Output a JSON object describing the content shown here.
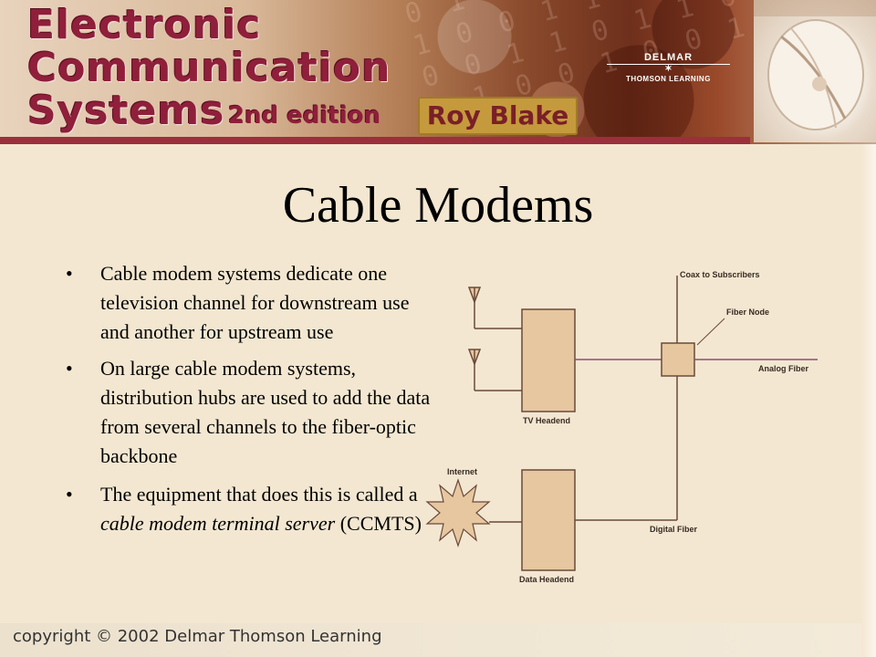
{
  "banner": {
    "title_lines": [
      "Electronic",
      "Communication",
      "Systems"
    ],
    "edition": "2nd edition",
    "author": "Roy Blake",
    "publisher_top": "DELMAR",
    "publisher_star": "✶",
    "publisher_bottom": "THOMSON LEARNING",
    "digits": "0 1 1 0 0 1 0 1\n1 0 0 1 1 0 1 0\n0 0 1 1 0 1 1 0\n1 1 0 0 1 0 0 1"
  },
  "slide": {
    "title": "Cable Modems",
    "bullet_glyph": "•",
    "bullets": {
      "b1": "Cable modem systems dedicate one television channel for downstream use and another for upstream use",
      "b2": "On large cable modem systems, distribution hubs are used to add the data from several channels to the fiber-optic backbone",
      "b3_before": "The equipment that does this is called a ",
      "b3_italic": "cable modem terminal server",
      "b3_after": " (CCMTS)"
    }
  },
  "diagram": {
    "labels": {
      "coax": "Coax to Subscribers",
      "fiber_node": "Fiber Node",
      "analog_fiber": "Analog Fiber",
      "tv_headend": "TV Headend",
      "internet": "Internet",
      "digital_fiber": "Digital Fiber",
      "data_headend": "Data Headend"
    },
    "icons": [
      "antenna-icon",
      "antenna-icon",
      "internet-starburst-icon"
    ],
    "colors": {
      "box_fill": "#e6c7a0",
      "line": "#6b4a3a",
      "accent_line": "#8a5070"
    }
  },
  "footer": {
    "copyright": "copyright © 2002 Delmar Thomson Learning"
  },
  "colors": {
    "background": "#f3e7d1",
    "title_maroon": "#8f1f3a",
    "rule": "#9c2f3c",
    "author_gold": "#c59a3c"
  }
}
